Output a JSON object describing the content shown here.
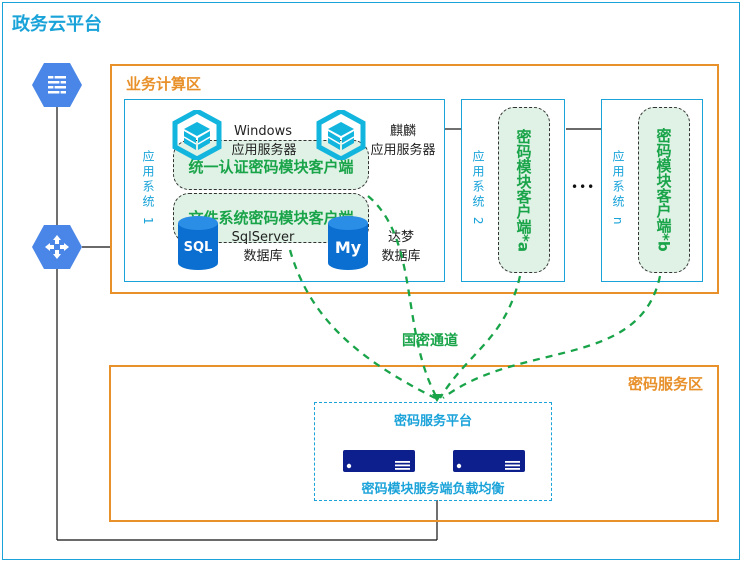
{
  "title": "政务云平台",
  "zones": {
    "business": {
      "title": "业务计算区"
    },
    "crypto": {
      "title": "密码服务区"
    }
  },
  "app_systems": [
    {
      "label": "应用系统 1"
    },
    {
      "label": "应用系统 2"
    },
    {
      "label": "应用系统 n"
    }
  ],
  "system1": {
    "server_windows": {
      "name": "Windows",
      "role": "应用服务器"
    },
    "server_kylin": {
      "name": "麒麟",
      "role": "应用服务器"
    },
    "db_sqlserver": {
      "name": "SqlServer",
      "role": "数据库",
      "badge": "SQL"
    },
    "db_dameng": {
      "name": "达梦",
      "role": "数据库",
      "badge": "My"
    },
    "client_auth": "统一认证密码模块客户端",
    "client_fs": "文件系统密码模块客户端"
  },
  "client_a": "密码模块客户端*a",
  "client_b": "密码模块客户端*b",
  "ellipsis": "•••",
  "channel_label": "国密通道",
  "platform": {
    "title": "密码服务平台",
    "subtitle": "密码模块服务端负载均衡"
  },
  "icons": {
    "firewall": "firewall-icon",
    "router": "load-balancer-icon",
    "server": "server-cube-icon",
    "sql_db": "sqlserver-database-icon",
    "mysql_db": "database-icon",
    "hw_server": "rack-server-icon"
  },
  "colors": {
    "platform_blue": "#1aa3d9",
    "zone_orange": "#e8902a",
    "channel_green": "#1aa44a",
    "client_fill": "#dff2e5",
    "hex_blue": "#4a86e8",
    "server_navy": "#0d1f8c"
  }
}
